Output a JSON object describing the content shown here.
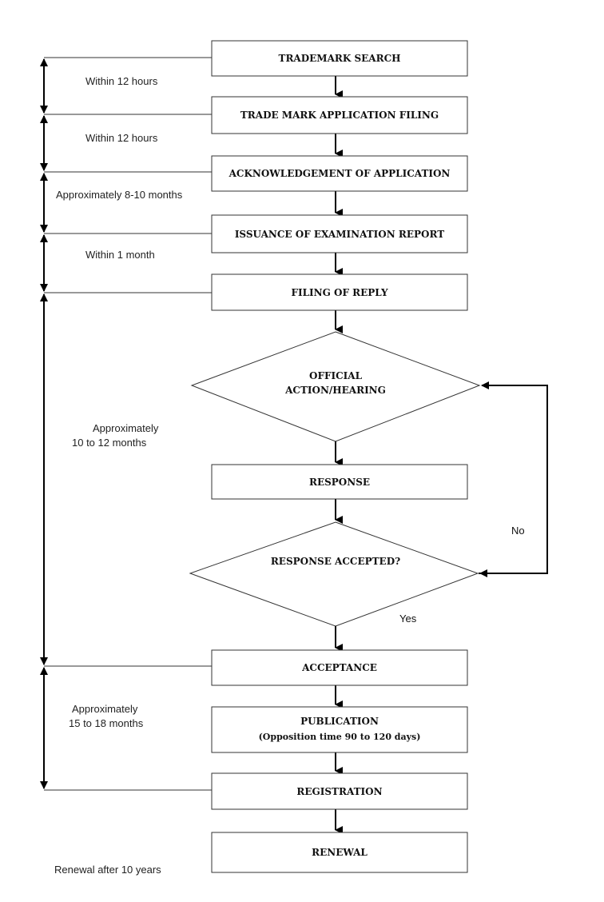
{
  "steps": {
    "trademark_search": "TRADEMARK SEARCH",
    "application_filing": "TRADE MARK APPLICATION FILING",
    "acknowledgement": "ACKNOWLEDGEMENT OF APPLICATION",
    "examination_report": "ISSUANCE OF EXAMINATION REPORT",
    "filing_of_reply": "FILING OF REPLY",
    "official_action_line1": "OFFICIAL",
    "official_action_line2": "ACTION/HEARING",
    "response": "RESPONSE",
    "response_accepted": "RESPONSE ACCEPTED?",
    "acceptance": "ACCEPTANCE",
    "publication": "PUBLICATION",
    "publication_note": "(Opposition time 90 to 120 days)",
    "registration": "REGISTRATION",
    "renewal": "RENEWAL"
  },
  "edges": {
    "no": "No",
    "yes": "Yes"
  },
  "timeline": {
    "search_to_filing": "Within 12 hours",
    "filing_to_ack": "Within 12 hours",
    "ack_to_exam": "Approximately 8-10 months",
    "exam_to_reply": "Within 1 month",
    "reply_to_acceptance_line1": "Approximately",
    "reply_to_acceptance_line2": "10 to 12 months",
    "acceptance_to_registration_line1": "Approximately",
    "acceptance_to_registration_line2": "15 to 18 months",
    "renewal": "Renewal after 10 years"
  }
}
